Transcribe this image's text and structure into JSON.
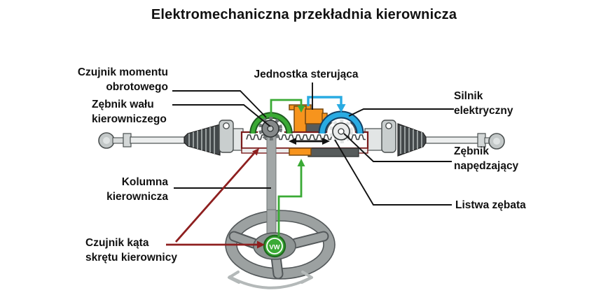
{
  "title": "Elektromechaniczna przekładnia kierownicza",
  "labels": {
    "torque_sensor": "Czujnik momentu\nobrotowego",
    "steering_shaft_pinion": "Zębnik wału\nkierowniczego",
    "control_unit": "Jednostka sterująca",
    "electric_motor": "Silnik\nelektryczny",
    "drive_pinion": "Zębnik\nnapędzający",
    "rack": "Listwa zębata",
    "steering_column": "Kolumna\nkierownicza",
    "steering_angle_sensor": "Czujnik kąta\nskrętu kierownicy"
  },
  "badge": {
    "text": "VW"
  },
  "colors": {
    "sensor_green": "#3aaa35",
    "motor_blue": "#29abe2",
    "control_unit_orange": "#f7941d",
    "pointer_dark_red": "#8e1f1f",
    "rack_outline_maroon": "#7a1a1a"
  }
}
